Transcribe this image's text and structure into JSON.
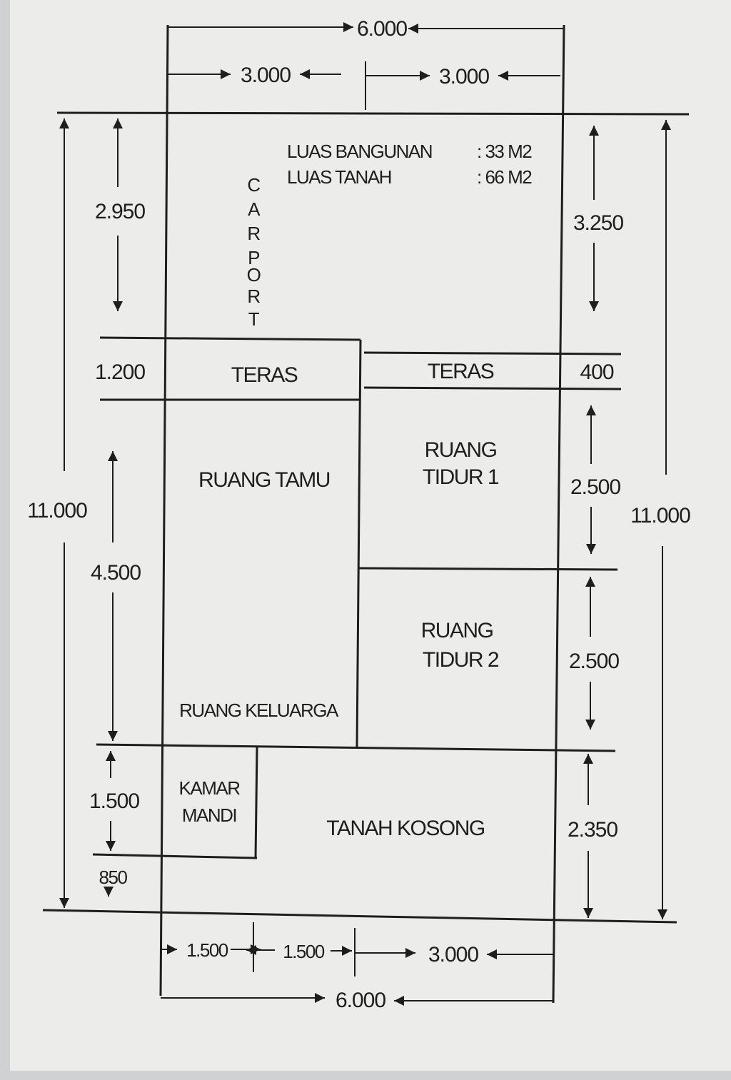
{
  "dimensions": {
    "top_total": "6.000",
    "top_left": "3.000",
    "top_right": "3.000",
    "left_carport": "2.950",
    "left_teras": "1.200",
    "left_total": "11.000",
    "left_living": "4.500",
    "left_bath": "1.500",
    "left_rear": "850",
    "right_carport": "3.250",
    "right_teras": "400",
    "right_bed1": "2.500",
    "right_total": "11.000",
    "right_bed2": "2.500",
    "right_empty": "2.350",
    "bottom_a": "1.500",
    "bottom_b": "1.500",
    "bottom_c": "3.000",
    "bottom_total": "6.000"
  },
  "info": {
    "building_area_label": "LUAS BANGUNAN",
    "building_area_value": ": 33 M2",
    "land_area_label": "LUAS TANAH",
    "land_area_value": ": 66 M2"
  },
  "rooms": {
    "carport": [
      "C",
      "A",
      "R",
      "P",
      "O",
      "R",
      "T"
    ],
    "teras_left": "TERAS",
    "teras_right": "TERAS",
    "ruang_tamu": "RUANG TAMU",
    "ruang_tidur_1": [
      "RUANG",
      "TIDUR 1"
    ],
    "ruang_tidur_2": [
      "RUANG",
      "TIDUR 2"
    ],
    "ruang_keluarga": "RUANG KELUARGA",
    "kamar_mandi": [
      "KAMAR",
      "MANDI"
    ],
    "tanah_kosong": "TANAH KOSONG"
  }
}
